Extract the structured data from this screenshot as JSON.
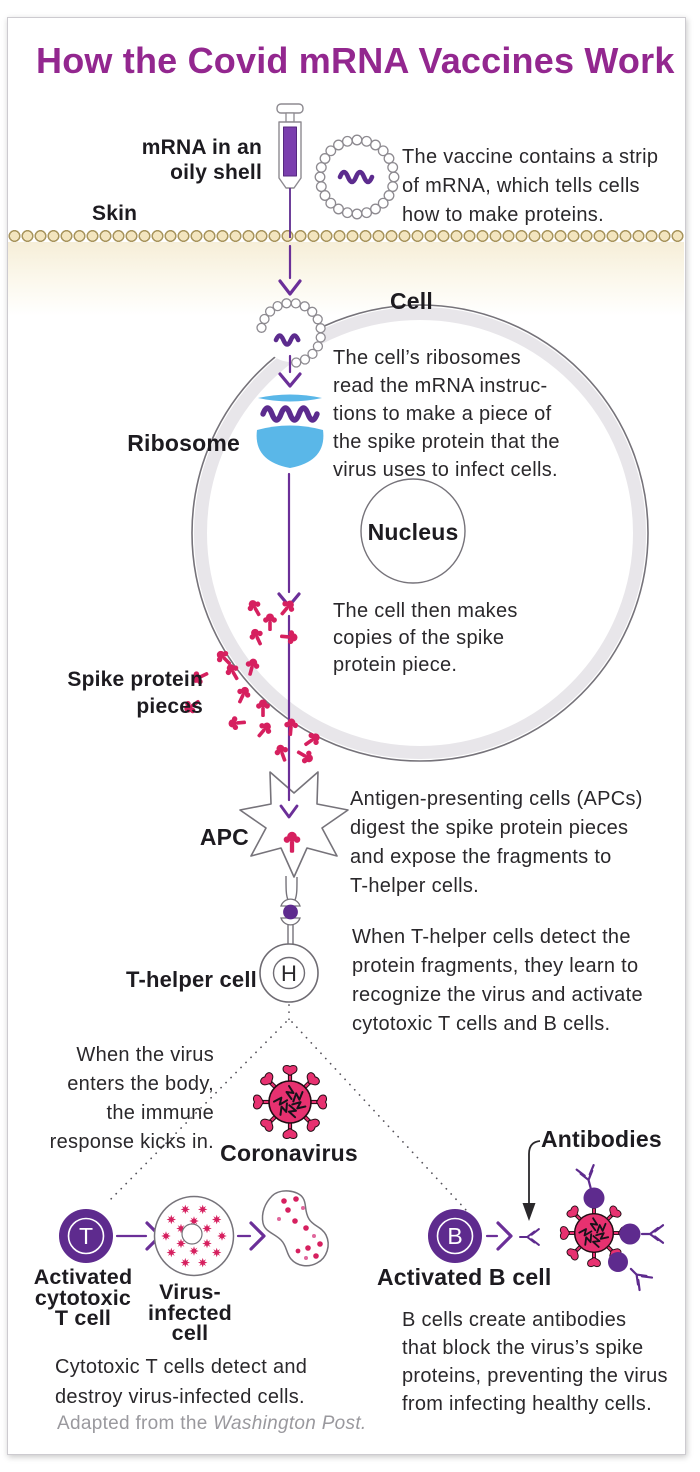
{
  "title": "How the Covid mRNA Vaccines Work",
  "labels": {
    "mrna_shell": "mRNA in an\noily shell",
    "skin": "Skin",
    "cell": "Cell",
    "ribosome": "Ribosome",
    "nucleus": "Nucleus",
    "spike_pieces": "Spike protein\npieces",
    "apc": "APC",
    "t_helper": "T-helper cell",
    "coronavirus": "Coronavirus",
    "antibodies": "Antibodies",
    "activated_t": "Activated\ncytotoxic\nT cell",
    "virus_infected": "Virus-\ninfected\ncell",
    "activated_b": "Activated B cell",
    "t_letter": "T",
    "b_letter": "B",
    "h_letter": "H"
  },
  "paragraphs": {
    "vaccine": "The vaccine contains a strip\nof mRNA, which tells cells\nhow to make proteins.",
    "ribosome_read": "The cell’s ribosomes\nread the mRNA instruc-\ntions to make a piece of\nthe spike protein that the\nvirus uses to infect cells.",
    "copies": "The cell then makes\ncopies of the spike\nprotein piece.",
    "apc_digest": "Antigen-presenting cells (APCs)\ndigest the spike protein pieces\nand expose the fragments to\nT-helper cells.",
    "t_helper_detect": "When T-helper cells detect the\nprotein fragments, they learn to\nrecognize the virus and activate\ncytotoxic T cells and B cells.",
    "virus_enters": "When the virus\nenters the body,\nthe immune\nresponse kicks in.",
    "cytotoxic": "Cytotoxic T cells detect and\ndestroy virus-infected cells.",
    "b_cells": "B cells create antibodies\nthat block the virus’s spike\nproteins, preventing the virus\nfrom infecting healthy cells."
  },
  "footer": {
    "prefix": "Adapted from the ",
    "source": "Washington Post."
  },
  "colors": {
    "title_purple": "#93278f",
    "deep_purple": "#5e2b8e",
    "arrow_purple": "#6b2f98",
    "spike_pink": "#d6205f",
    "virus_pink": "#e73170",
    "ribosome_blue": "#5ab7e8",
    "skin_tan": "#f3e5bf",
    "skin_outline": "#a8955e",
    "outline_gray": "#76737a",
    "rim_gray": "#e8e6ea",
    "text_dark": "#2a282b",
    "note_gray": "#9a999e"
  }
}
